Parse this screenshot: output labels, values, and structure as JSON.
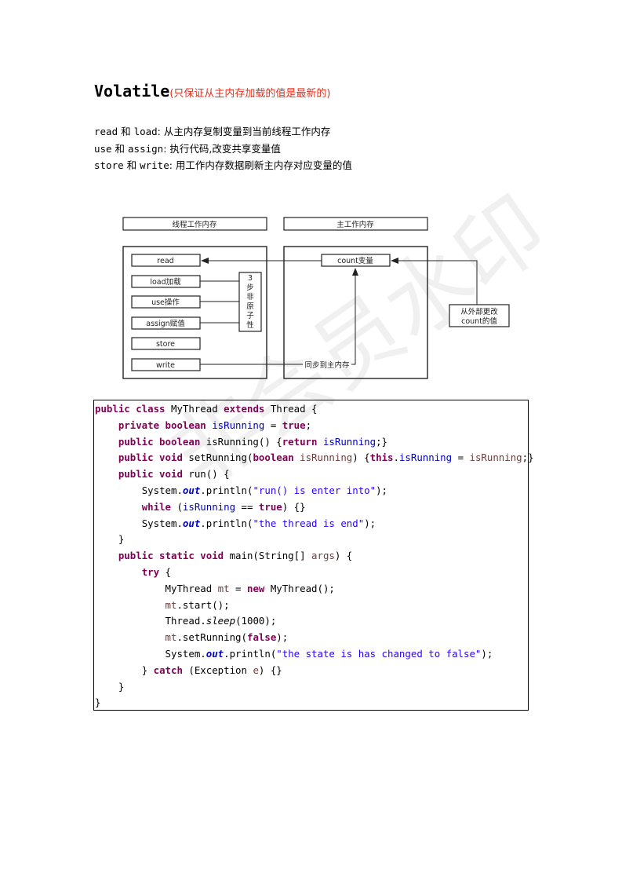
{
  "title": {
    "main": "Volatile",
    "note": "(只保证从主内存加载的值是最新的)"
  },
  "desc": [
    {
      "a": "read",
      "and": " 和 ",
      "b": "load",
      "rest": ": 从主内存复制变量到当前线程工作内存"
    },
    {
      "a": "use",
      "and": " 和 ",
      "b": "assign",
      "rest": ": 执行代码,改变共享变量值"
    },
    {
      "a": "store",
      "and": " 和 ",
      "b": "write",
      "rest": ": 用工作内存数据刷新主内存对应变量的值"
    }
  ],
  "diagram": {
    "thread_memory": "线程工作内存",
    "main_memory": "主工作内存",
    "ops": [
      "read",
      "load加载",
      "use操作",
      "assign赋值",
      "store",
      "write"
    ],
    "non_atomic": [
      "3",
      "步",
      "非",
      "原",
      "子",
      "性"
    ],
    "count_var": "count变量",
    "external_change": [
      "从外部更改",
      "count的值"
    ],
    "sync_label": "同步到主内存"
  },
  "code": {
    "l1": {
      "a": "public class",
      "b": " MyThread ",
      "c": "extends",
      "d": " Thread {"
    },
    "l2": {
      "a": "private boolean",
      "b": "isRunning",
      "c": " = ",
      "d": "true",
      "e": ";"
    },
    "l3": {
      "a": "public boolean",
      "b": " isRunning() {",
      "c": "return",
      "d": "isRunning",
      "e": ";}"
    },
    "l4": {
      "a": "public void",
      "b": " setRunning(",
      "c": "boolean",
      "d": "isRunning",
      "e": ") {",
      "f": "this",
      "g": ".",
      "h": "isRunning",
      "i": " = ",
      "j": "isRunning",
      "k": ";}"
    },
    "l5": {
      "a": "public void",
      "b": " run() {"
    },
    "l6": {
      "a": "System.",
      "b": "out",
      "c": ".println(",
      "d": "\"run() is enter into\"",
      "e": ");"
    },
    "l7": {
      "a": "while",
      "b": " (",
      "c": "isRunning",
      "d": " == ",
      "e": "true",
      "f": ") {}"
    },
    "l8": {
      "a": "System.",
      "b": "out",
      "c": ".println(",
      "d": "\"the thread is end\"",
      "e": ");"
    },
    "l9": "}",
    "l10": {
      "a": "public static void",
      "b": " main(String[] ",
      "c": "args",
      "d": ") {"
    },
    "l11": {
      "a": "try",
      "b": " {"
    },
    "l12": {
      "a": "MyThread ",
      "b": "mt",
      "c": " = ",
      "d": "new",
      "e": " MyThread();"
    },
    "l13": {
      "a": "mt",
      "b": ".start();"
    },
    "l14": {
      "a": "Thread.",
      "b": "sleep",
      "c": "(1000);"
    },
    "l15": {
      "a": "mt",
      "b": ".setRunning(",
      "c": "false",
      "d": ");"
    },
    "l16": {
      "a": "System.",
      "b": "out",
      "c": ".println(",
      "d": "\"the state is has changed to false\"",
      "e": ");"
    },
    "l17": {
      "a": "} ",
      "b": "catch",
      "c": " (Exception ",
      "d": "e",
      "e": ") {}"
    },
    "l18": "}",
    "l19": "}"
  },
  "watermark": "非会员水印"
}
